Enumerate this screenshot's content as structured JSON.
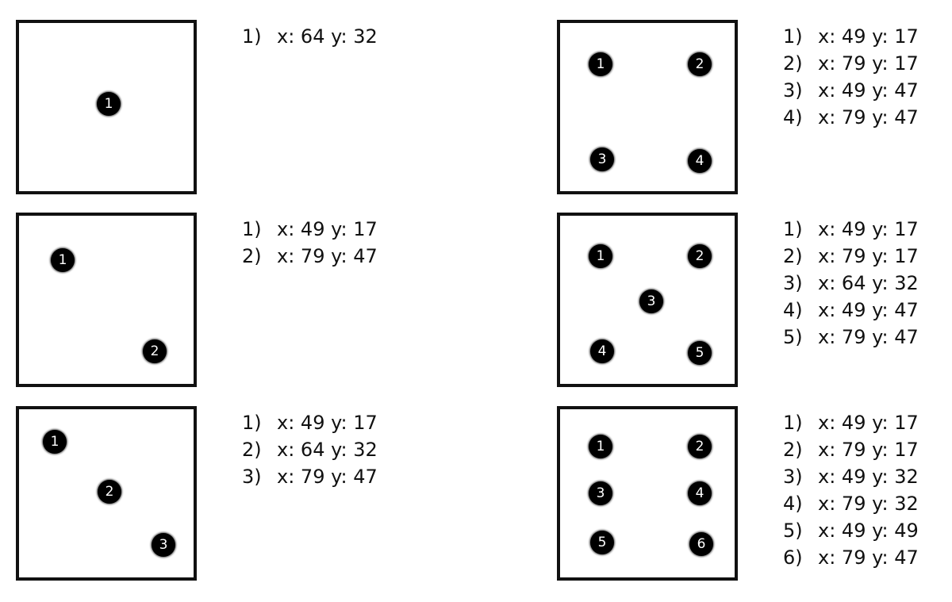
{
  "panels": [
    {
      "dots": [
        "1"
      ],
      "coords": [
        {
          "num": "1)",
          "text": "x: 64 y: 32"
        }
      ]
    },
    {
      "dots": [
        "1",
        "2"
      ],
      "coords": [
        {
          "num": "1)",
          "text": "x: 49 y: 17"
        },
        {
          "num": "2)",
          "text": "x: 79 y: 47"
        }
      ]
    },
    {
      "dots": [
        "1",
        "2",
        "3"
      ],
      "coords": [
        {
          "num": "1)",
          "text": "x: 49 y: 17"
        },
        {
          "num": "2)",
          "text": "x: 64 y: 32"
        },
        {
          "num": "3)",
          "text": "x: 79 y: 47"
        }
      ]
    },
    {
      "dots": [
        "1",
        "2",
        "3",
        "4"
      ],
      "coords": [
        {
          "num": "1)",
          "text": "x: 49 y: 17"
        },
        {
          "num": "2)",
          "text": "x: 79 y: 17"
        },
        {
          "num": "3)",
          "text": "x: 49 y: 47"
        },
        {
          "num": "4)",
          "text": "x: 79 y: 47"
        }
      ]
    },
    {
      "dots": [
        "1",
        "2",
        "3",
        "4",
        "5"
      ],
      "coords": [
        {
          "num": "1)",
          "text": "x: 49 y: 17"
        },
        {
          "num": "2)",
          "text": "x: 79 y: 17"
        },
        {
          "num": "3)",
          "text": "x: 64 y: 32"
        },
        {
          "num": "4)",
          "text": "x: 49 y: 47"
        },
        {
          "num": "5)",
          "text": "x: 79 y: 47"
        }
      ]
    },
    {
      "dots": [
        "1",
        "2",
        "3",
        "4",
        "5",
        "6"
      ],
      "coords": [
        {
          "num": "1)",
          "text": "x: 49 y: 17"
        },
        {
          "num": "2)",
          "text": "x: 79 y: 17"
        },
        {
          "num": "3)",
          "text": "x: 49 y: 32"
        },
        {
          "num": "4)",
          "text": "x: 79 y: 32"
        },
        {
          "num": "5)",
          "text": "x: 49 y: 49"
        },
        {
          "num": "6)",
          "text": "x: 79 y: 47"
        }
      ]
    }
  ]
}
